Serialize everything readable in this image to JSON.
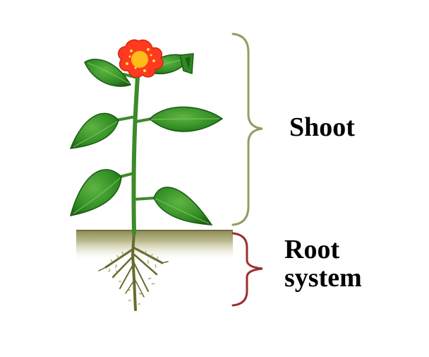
{
  "labels": {
    "shoot": "Shoot",
    "root_line1": "Root",
    "root_line2": "system"
  },
  "colors": {
    "shoot_bracket": "#8fa062",
    "root_bracket": "#9b2e2e",
    "leaf": "#2f8a23",
    "leaf_dark": "#1f5e16",
    "stem": "#3d8a2a",
    "flower": "#ff3a1f",
    "flower_center": "#ffd21a",
    "soil": "#a3a271",
    "root": "#6b6a2e"
  }
}
